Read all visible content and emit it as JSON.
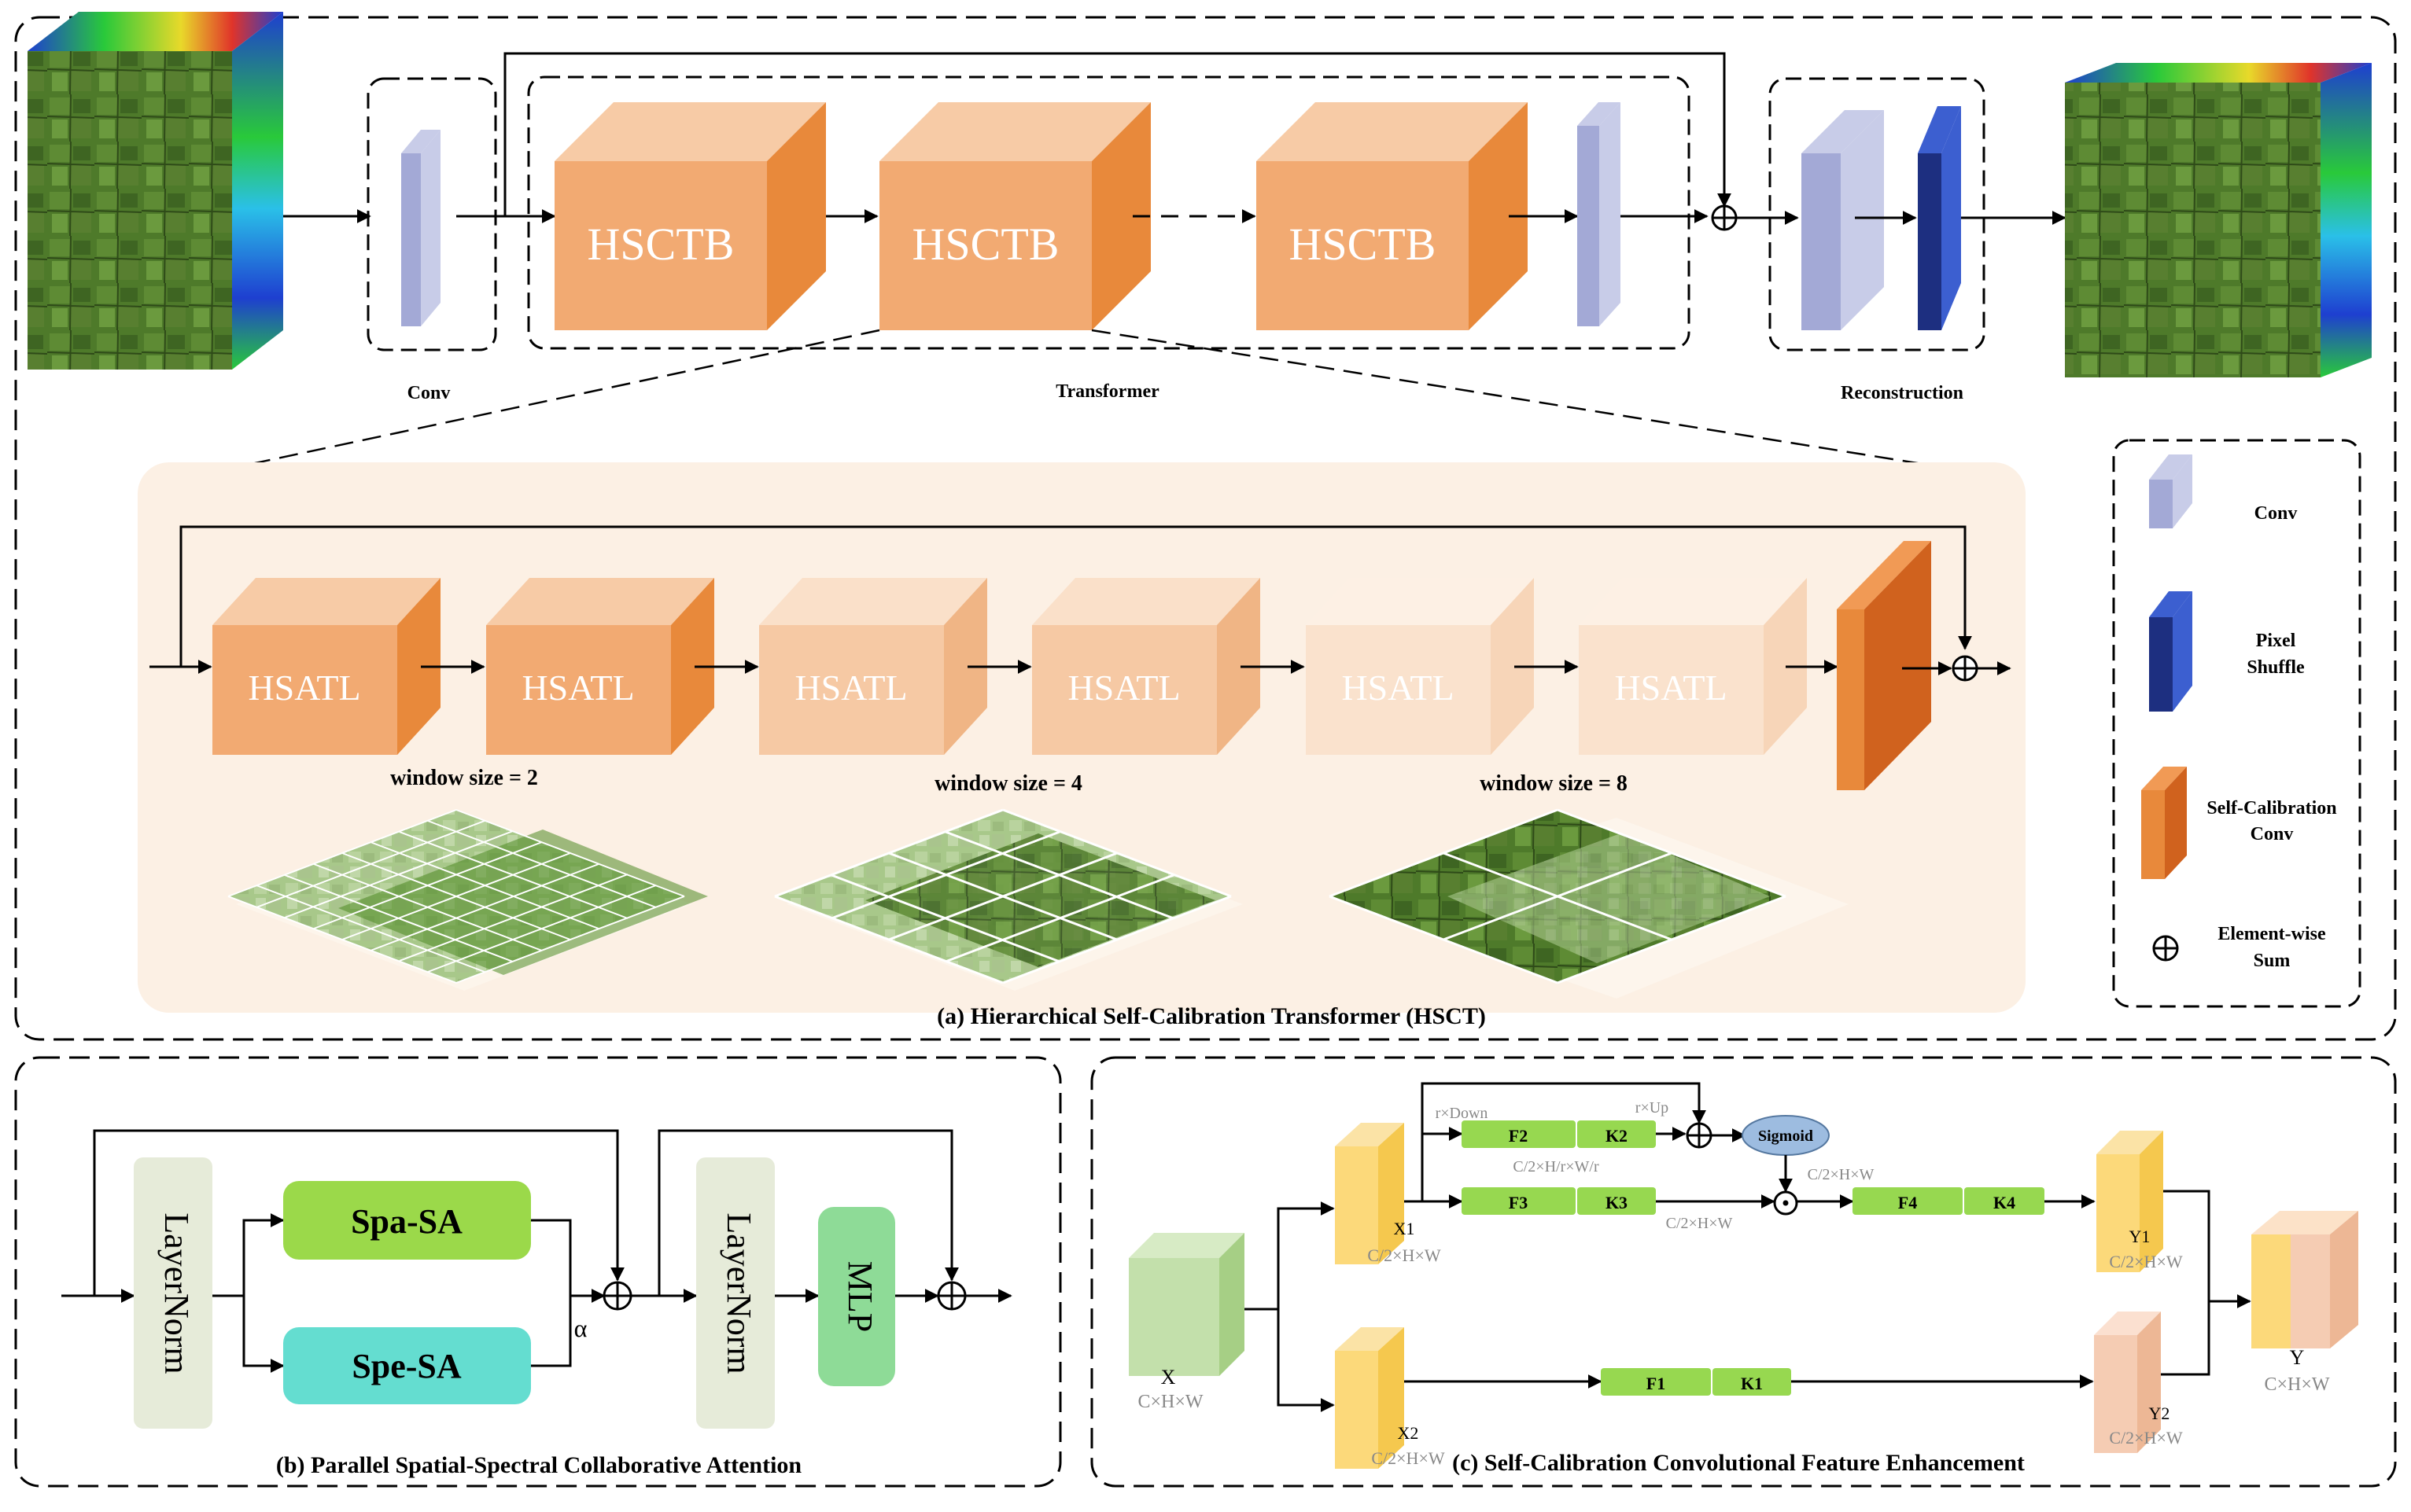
{
  "top": {
    "conv_label": "Conv",
    "transformer_label": "Transformer",
    "reconstruction_label": "Reconstruction",
    "block_label": "HSCTB"
  },
  "hsct": {
    "layer_label": "HSATL",
    "window_labels": [
      "window size = 2",
      "window size = 4",
      "window size = 8"
    ],
    "caption": "(a) Hierarchical Self-Calibration Transformer (HSCT)"
  },
  "legend": {
    "conv": "Conv",
    "pixel_shuffle": [
      "Pixel",
      "Shuffle"
    ],
    "self_calibration": [
      "Self-Calibration",
      "Conv"
    ],
    "sum": [
      "Element-wise",
      "Sum"
    ]
  },
  "panel_b": {
    "layernorm": "LayerNorm",
    "spa": "Spa-SA",
    "spe": "Spe-SA",
    "mlp": "MLP",
    "alpha": "α",
    "caption": "(b) Parallel Spatial-Spectral Collaborative Attention"
  },
  "panel_c": {
    "x": "X",
    "x_dim": "C×H×W",
    "x1": "X1",
    "x1_dim": "C/2×H×W",
    "x2": "X2",
    "x2_dim": "C/2×H×W",
    "y1": "Y1",
    "y1_dim": "C/2×H×W",
    "y2": "Y2",
    "y2_dim": "C/2×H×W",
    "y": "Y",
    "y_dim": "C×H×W",
    "down": "r×Down",
    "up": "r×Up",
    "f2": "F2",
    "k2": "K2",
    "f2_dim": "C/2×H/r×W/r",
    "f3": "F3",
    "k3": "K3",
    "f3_dim": "C/2×H×W",
    "f4": "F4",
    "k4": "K4",
    "f1": "F1",
    "k1": "K1",
    "sigmoid": "Sigmoid",
    "sig_dim": "C/2×H×W",
    "caption": "(c) Self-Calibration Convolutional Feature Enhancement"
  },
  "colors": {
    "hsctb_front": "#F2AA72",
    "hsctb_top": "#F7CBA6",
    "hsctb_side": "#E8893B",
    "conv_front": "#A3A9D6",
    "conv_side": "#C8CCE8",
    "ps_front": "#1D2F80",
    "ps_side": "#3C5FD0",
    "sc_front": "#E8893B",
    "sc_side": "#D0621E",
    "spa": "#9BD94A",
    "spe": "#64DDD0",
    "mlp": "#8EDB97",
    "ln": "#E6EBD9",
    "fk": "#97D850",
    "sigmoid": "#9DBCE0"
  }
}
